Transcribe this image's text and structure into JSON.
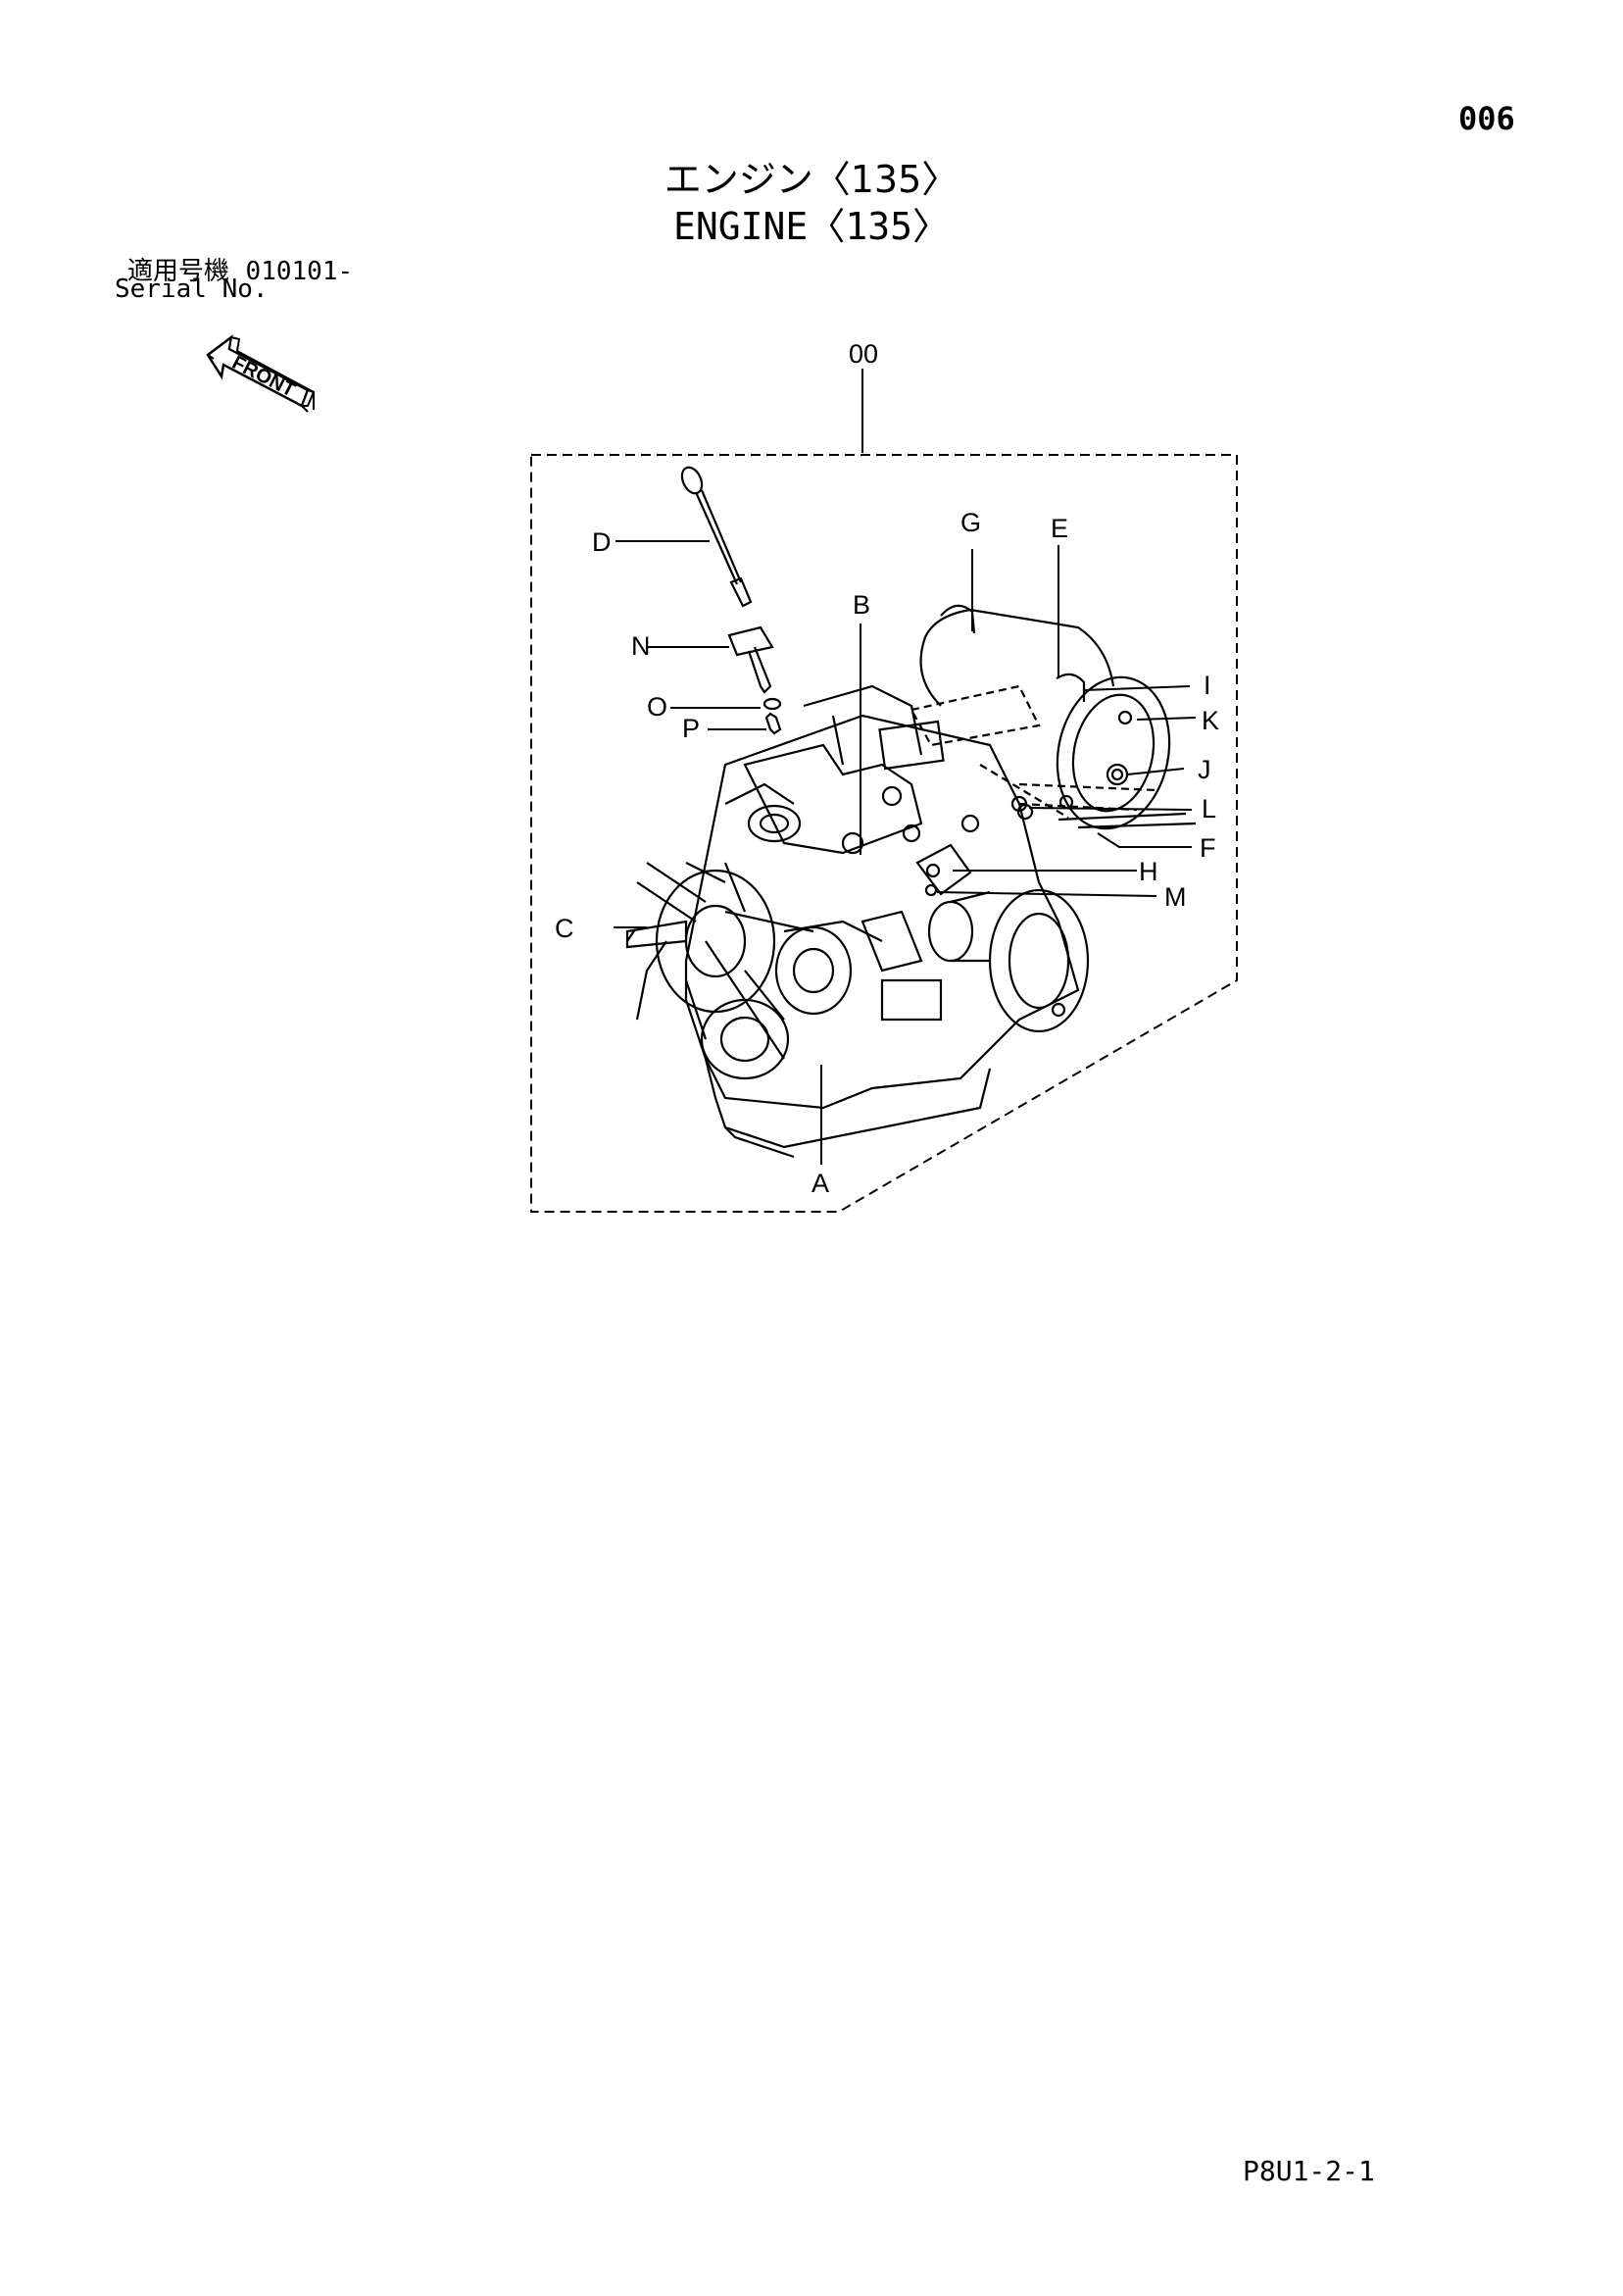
{
  "header": {
    "page_number": "006",
    "title_jp": "エンジン〈135〉",
    "title_en": "ENGINE〈135〉"
  },
  "serial": {
    "label_jp": "適用号機",
    "value": "010101-",
    "label_en": "Serial No."
  },
  "diagram": {
    "front_label": "FRONT",
    "assembly_label": "00",
    "part_callouts": {
      "A": "A",
      "B": "B",
      "C": "C",
      "D": "D",
      "E": "E",
      "F": "F",
      "G": "G",
      "H": "H",
      "I": "I",
      "J": "J",
      "K": "K",
      "L": "L",
      "M": "M",
      "N": "N",
      "O": "O",
      "P": "P"
    }
  },
  "footer": {
    "code": "P8U1-2-1"
  }
}
